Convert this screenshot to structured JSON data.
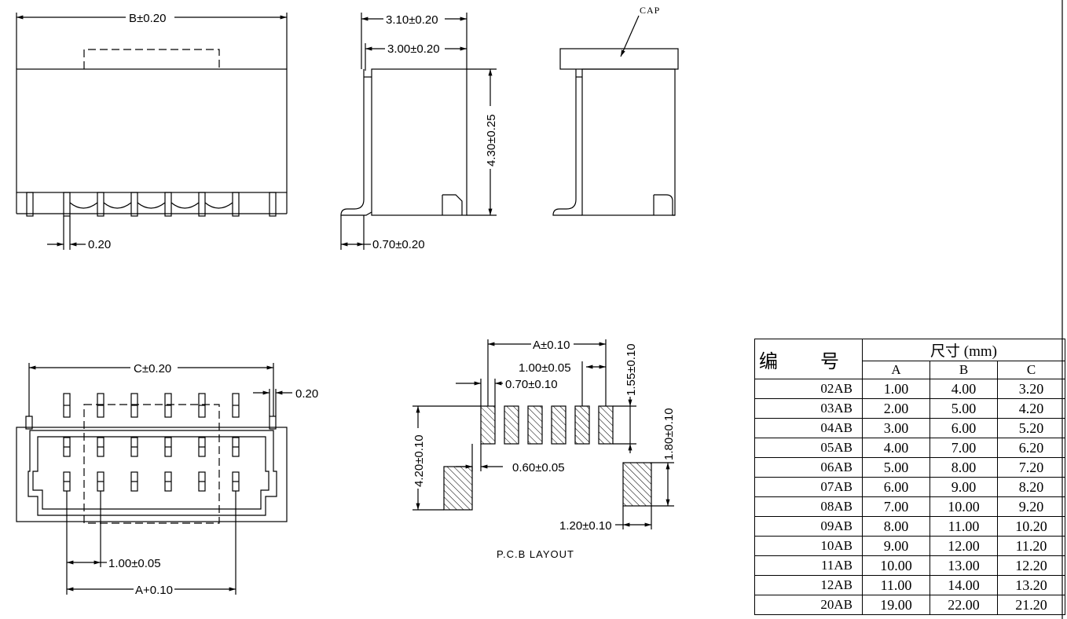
{
  "views": {
    "front": {
      "width_dim": "B±0.20",
      "pin_dim": "0.20"
    },
    "side": {
      "top_dim_1": "3.10±0.20",
      "top_dim_2": "3.00±0.20",
      "height_dim": "4.30±0.25",
      "lead_dim": "0.70±0.20"
    },
    "cap_view": {
      "cap_label": "CAP"
    },
    "bottom": {
      "width_dim": "C±0.20",
      "pin_w_dim": "0.20",
      "pitch_dim": "1.00±0.05",
      "span_dim": "A+0.10"
    },
    "pcb": {
      "title": "P.C.B LAYOUT",
      "span_dim": "A±0.10",
      "pitch_dim": "1.00±0.05",
      "pad_w_dim": "0.70±0.10",
      "pad_h_dim": "1.55±0.10",
      "total_h_dim": "4.20±0.10",
      "gap_dim": "0.60±0.05",
      "anchor_h_dim": "1.80±0.10",
      "anchor_w_dim": "1.20±0.10"
    }
  },
  "table": {
    "header_code": "编 号",
    "header_size": "尺寸 (mm)",
    "columns": [
      "A",
      "B",
      "C"
    ],
    "rows": [
      {
        "code": "02AB",
        "a": "1.00",
        "b": "4.00",
        "c": "3.20"
      },
      {
        "code": "03AB",
        "a": "2.00",
        "b": "5.00",
        "c": "4.20"
      },
      {
        "code": "04AB",
        "a": "3.00",
        "b": "6.00",
        "c": "5.20"
      },
      {
        "code": "05AB",
        "a": "4.00",
        "b": "7.00",
        "c": "6.20"
      },
      {
        "code": "06AB",
        "a": "5.00",
        "b": "8.00",
        "c": "7.20"
      },
      {
        "code": "07AB",
        "a": "6.00",
        "b": "9.00",
        "c": "8.20"
      },
      {
        "code": "08AB",
        "a": "7.00",
        "b": "10.00",
        "c": "9.20"
      },
      {
        "code": "09AB",
        "a": "8.00",
        "b": "11.00",
        "c": "10.20"
      },
      {
        "code": "10AB",
        "a": "9.00",
        "b": "12.00",
        "c": "11.20"
      },
      {
        "code": "11AB",
        "a": "10.00",
        "b": "13.00",
        "c": "12.20"
      },
      {
        "code": "12AB",
        "a": "11.00",
        "b": "14.00",
        "c": "13.20"
      },
      {
        "code": "20AB",
        "a": "19.00",
        "b": "22.00",
        "c": "21.20"
      }
    ]
  }
}
